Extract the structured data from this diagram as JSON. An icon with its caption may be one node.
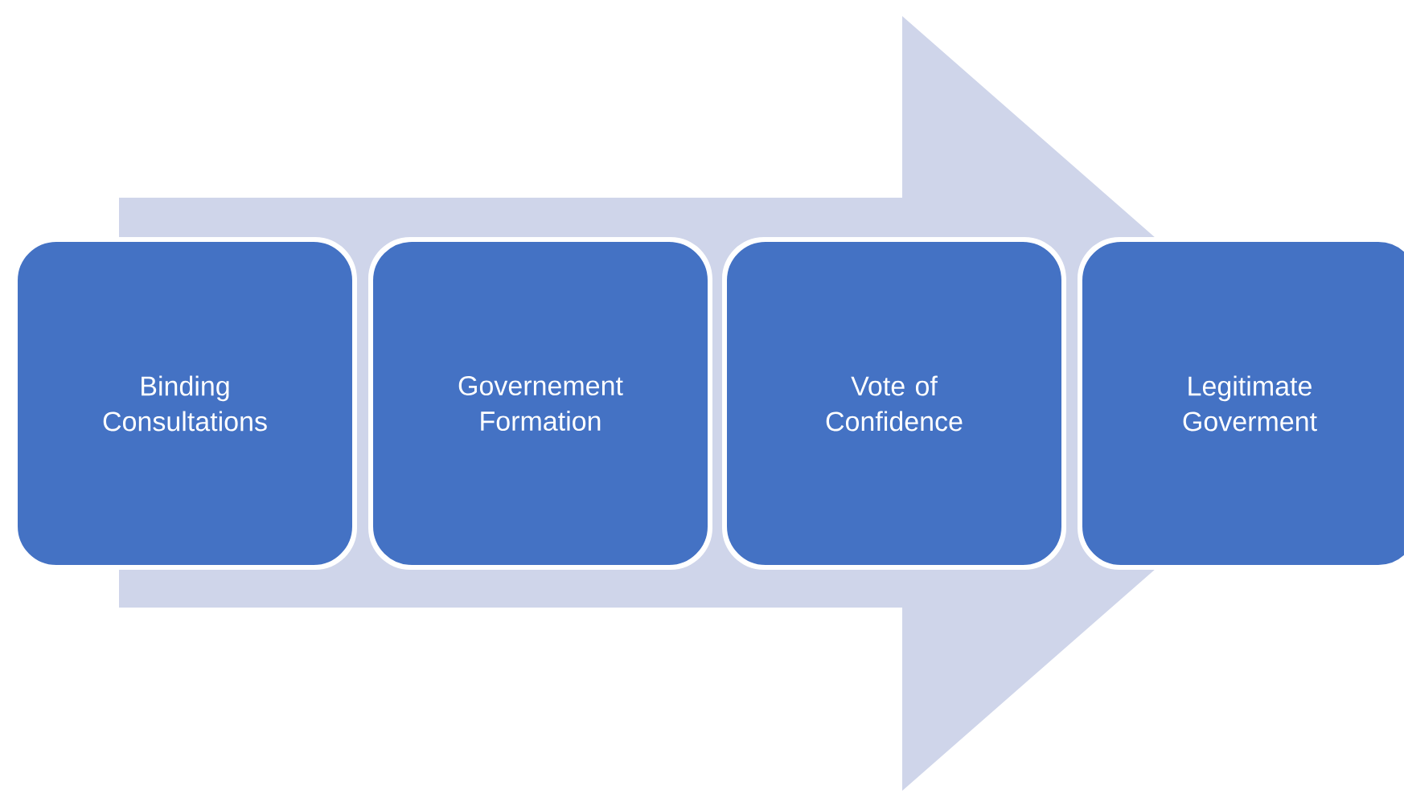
{
  "diagram": {
    "nodes": [
      {
        "text": [
          "Binding Consultations"
        ]
      },
      {
        "text": [
          "Governement Formation"
        ]
      },
      {
        "text": [
          "Vote of Confidence"
        ]
      },
      {
        "text": [
          "Legitimate Goverment"
        ]
      }
    ],
    "edges": [
      {
        "from": 0,
        "to": 3,
        "arrow": "to"
      }
    ]
  }
}
